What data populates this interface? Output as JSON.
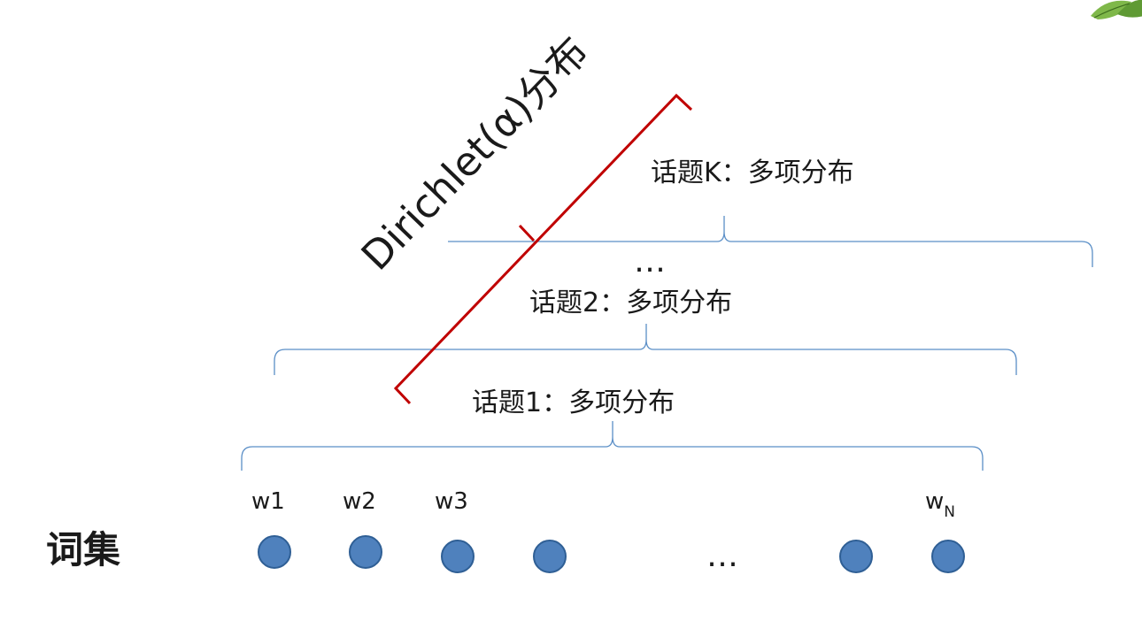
{
  "colors": {
    "bracket_blue": "#5b8fc7",
    "bracket_red": "#c00000",
    "node_fill": "#4f81bd",
    "node_stroke": "#2f5f95",
    "leaf_green": "#7fb84a"
  },
  "topics": {
    "topic_k": "话题K：多项分布",
    "ellipsis": "…",
    "topic_2": "话题2：多项分布",
    "topic_1": "话题1：多项分布"
  },
  "dirichlet_label": "Dirichlet(α)分布",
  "vocabulary": {
    "label": "词集",
    "words": [
      {
        "id": "w1",
        "label": "w1",
        "sub": ""
      },
      {
        "id": "w2",
        "label": "w2",
        "sub": ""
      },
      {
        "id": "w3",
        "label": "w3",
        "sub": ""
      },
      {
        "id": "w4",
        "label": "",
        "sub": ""
      },
      {
        "id": "w5",
        "label": "",
        "sub": ""
      },
      {
        "id": "wN",
        "label": "w",
        "sub": "N"
      }
    ],
    "ellipsis": "…"
  },
  "decoration": {
    "corner_icon": "leaf-icon"
  }
}
